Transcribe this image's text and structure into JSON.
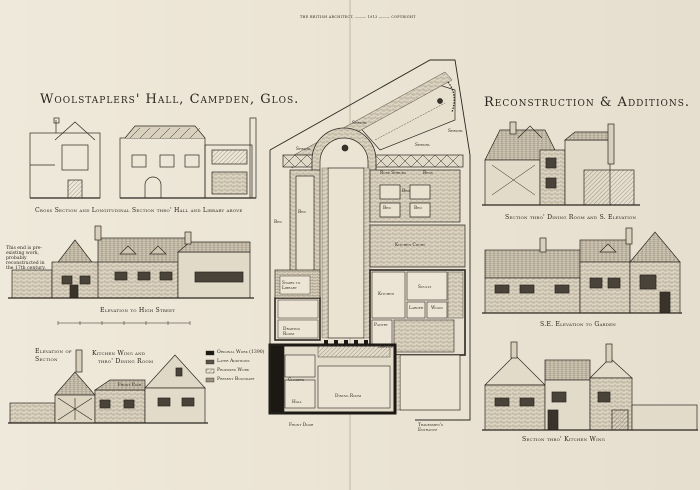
{
  "header_text": "THE BRITISH ARCHITECT, ——— 1913 ——— COPYRIGHT",
  "title_left": "Woolstaplers' Hall, Campden, Glos.",
  "title_right": "Reconstruction & Additions.",
  "captions": {
    "cross_section": "Cross Section and Longitudinal Section thro' Hall and Library above",
    "elevation_high_street": "Elevation to High Street",
    "elevation_section_a": "Elevation of",
    "elevation_section_b": "Section",
    "kitchen_wing_a": "Kitchen Wing and",
    "kitchen_wing_b": "thro' Dining Room",
    "dining_room_section": "Section thro' Dining Room and S. Elevation",
    "se_elevation": "S.E. Elevation to Garden",
    "kitchen_wing_section": "Section thro' Kitchen Wing"
  },
  "note_text": "This end is pre-existing work, probably reconstructed in the 17th century.",
  "legend": {
    "original": "Original Work (1390)",
    "later": "Later Additions",
    "proposed": "Proposed Work",
    "boundary": "Present Boundary"
  },
  "plan_labels": {
    "shrubs_1": "Shrubs",
    "shrubs_2": "Shrubs",
    "shrubs_3": "Shrubs",
    "shrubs_4": "Shrubs",
    "bed_1": "Bed",
    "bed_2": "Bed",
    "bed_3": "Bed",
    "bed_4": "Bed",
    "bed_5": "Bed",
    "rose_shrubs": "Rose Shrubs",
    "beds": "Beds",
    "kitchen_court": "Kitchen Court",
    "stairs_library": "Stairs to Library",
    "drawing_room": "Drawing Room",
    "kitchen": "Kitchen",
    "scully": "Scully",
    "larder": "Larder",
    "wood": "Wood",
    "pantry": "Pantry",
    "service": "Service",
    "closets": "Closets",
    "hall": "Hall",
    "dining_room": "Dining Room",
    "front_door": "Front Door",
    "tradesmens_entrance": "Tradesmen's Entrance",
    "front_path": "Front Path"
  },
  "colors": {
    "ink": "#2b2620",
    "paper": "#ebe4d4",
    "original_work": "#1c1915",
    "later_additions": "#5a5248",
    "proposed_work": "#9a9080",
    "boundary": "#3a332b"
  }
}
